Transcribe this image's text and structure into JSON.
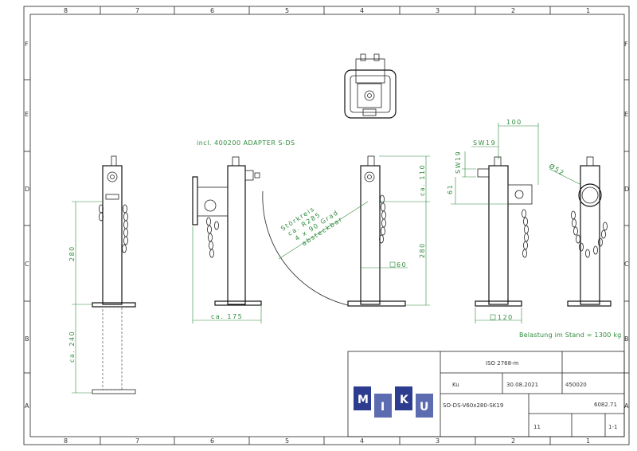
{
  "frame": {
    "columns": [
      "8",
      "7",
      "6",
      "5",
      "4",
      "3",
      "2",
      "1"
    ],
    "rows": [
      "F",
      "E",
      "D",
      "C",
      "B",
      "A"
    ]
  },
  "notes": {
    "adapter": "incl. 400200 ADAPTER S-DS",
    "load": "Belastung im Stand = 1300 kg",
    "swing_circle": [
      "Störkreis",
      "ca. R285",
      "4 x 90 Grad",
      "absteckbar"
    ]
  },
  "dimensions": {
    "h280_left": "280",
    "h240": "ca. 240",
    "w175": "ca. 175",
    "h110": "ca. 110",
    "h280_mid": "280",
    "sq60": "60",
    "w100": "100",
    "sw19_h": "SW19",
    "sw19_v": "SW19",
    "d61": "61",
    "d52": "Ø52",
    "sq120": "120"
  },
  "title_block": {
    "standard": "ISO 2768-m",
    "author": "Ku",
    "date": "30.08.2021",
    "number": "450020",
    "part_name": "SO-DS-V60x280-SK19",
    "code": "6082.71",
    "format": "11",
    "sheet": "1-1",
    "logo_letters": [
      "M",
      "I",
      "K",
      "U"
    ]
  },
  "colors": {
    "dimension": "#2e8b3a",
    "logo_dark": "#2d3c8f",
    "logo_light": "#5d6cb0"
  }
}
